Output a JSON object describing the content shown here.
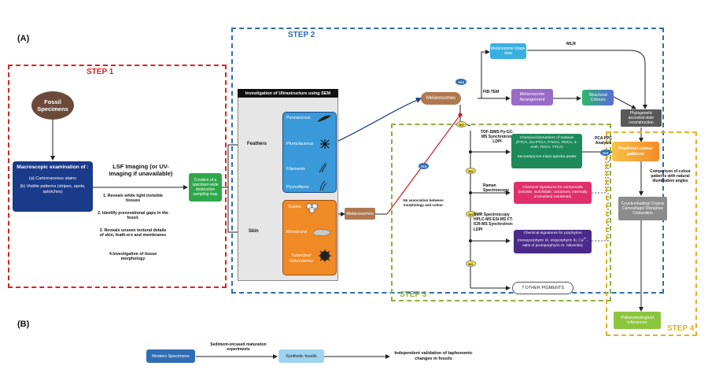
{
  "panels": {
    "a": "(A)",
    "b": "(B)"
  },
  "steps": {
    "s1": "STEP 1",
    "s2": "STEP 2",
    "s3": "STEP 3",
    "s4": "STEP 4"
  },
  "step1": {
    "fossil": "Fossil Specimens",
    "macro_title": "Macroscopic examination of :",
    "macro_a": "(a) Carbonaceous stains",
    "macro_b": "(b) Visible patterns (stripes, spots, splotches)",
    "lsf_title": "LSF Imaging (or UV-Imaging if unavailable)",
    "lsf_items": [
      "1. Reveals white light invisible tissues",
      "2. Identify presevational gaps in the fossil.",
      "3. Reveals unseen textural details of skin, feath-ers and membranes",
      "4.Investigation of tissue morphology"
    ],
    "sampling_map": "Creation of a specimen-wide destructive sampling map"
  },
  "step2": {
    "sem_title": "Investigation of Ultrastructure using SEM",
    "feathers": "Feathers",
    "skin": "Skin",
    "feather_types": [
      "Pennaceous",
      "Plumulaceous",
      "Filaments",
      "Pycnofibres"
    ],
    "skin_types": [
      "Scales",
      "Membrane",
      "Tubercles/ Osteoderms"
    ],
    "melanosomes_mid": "Melanosomes",
    "melanosomes_top": "Melanosomes",
    "shape_data": "Melanosome shape data",
    "arrangement": "Melanosome Arrangement",
    "structural": "Structural Colours",
    "phylo": "Phylogenetic ancestral state reconstruction",
    "mlr": "MLR",
    "fibtem": "FIB-TEM"
  },
  "step3": {
    "yes": "YES",
    "no": "NO",
    "no_assoc": "No association between morphology and colour",
    "method1": "TOF-SIMS Py-GC-MS Synchrotron-LDPI",
    "melanin": "Chemical biomarkers of melanin (PTCA, iso-PTCA, PTeCA, PDCA, 4-AHP, TDCA, TTCA)",
    "secondary": "Secondary-ion mass spectra peaks",
    "method2": "Raman Spectroscopy",
    "carotenoids": "Chemical signatures for carotenoids (loliolide, isololiolide, carotenes, internally aromatised carotenes)",
    "method3": "NMR Spectroscopy HPLC-MS ESI-MS FT-ICR-MS Synchrotron-LDPI",
    "porphyrins_1": "Chemical signatures for porphyrins (mesoporphyrin IX, etioporphyrin III,",
    "porphyrins_2": "-salts of protoporphyrin IX, biliverdin)",
    "porphyrins_ca": "Ca",
    "porphyrins_sup": "2+",
    "other": "? OTHER PIGMENTS",
    "pca": "PCA PPC Analysis"
  },
  "step4": {
    "predicted": "Predicted colour patterns",
    "comparison": "Comparison of colour patterns with natural illumination angles",
    "countershading": "Countershading/ Crypsis Camouflage/ Disruptive Colouration",
    "palaeo": "Palaeoecological inferences"
  },
  "panel_b": {
    "modern": "Modern Specimens",
    "sediment": "Sediment-encased maturation experiments",
    "synthetic": "Synthetic fossils",
    "validation": "Independent validation of taphonomic changes in fossils"
  },
  "colors": {
    "red": "#e02020",
    "blue": "#2f6db5",
    "green": "#8ab33a",
    "yellow": "#e8b020",
    "navy": "#1a3a8a",
    "brown": "#6b4a3a",
    "feather_blue": "#3a9ad9",
    "skin_orange": "#f08a24",
    "tan": "#b07850",
    "purple": "#8a55b5",
    "teal_green": "#1e8a5a",
    "pink": "#e0306a",
    "dark_purple": "#4a2a8a",
    "orange_grad": "#f7a040",
    "gray": "#8c8c8c",
    "light_green": "#8cc63f",
    "light_blue": "#9fd3f0"
  },
  "icons": [
    "feather-icon",
    "fluff-icon",
    "filament-icon",
    "fibre-icon",
    "scale-icon",
    "membrane-icon",
    "tubercle-icon"
  ]
}
